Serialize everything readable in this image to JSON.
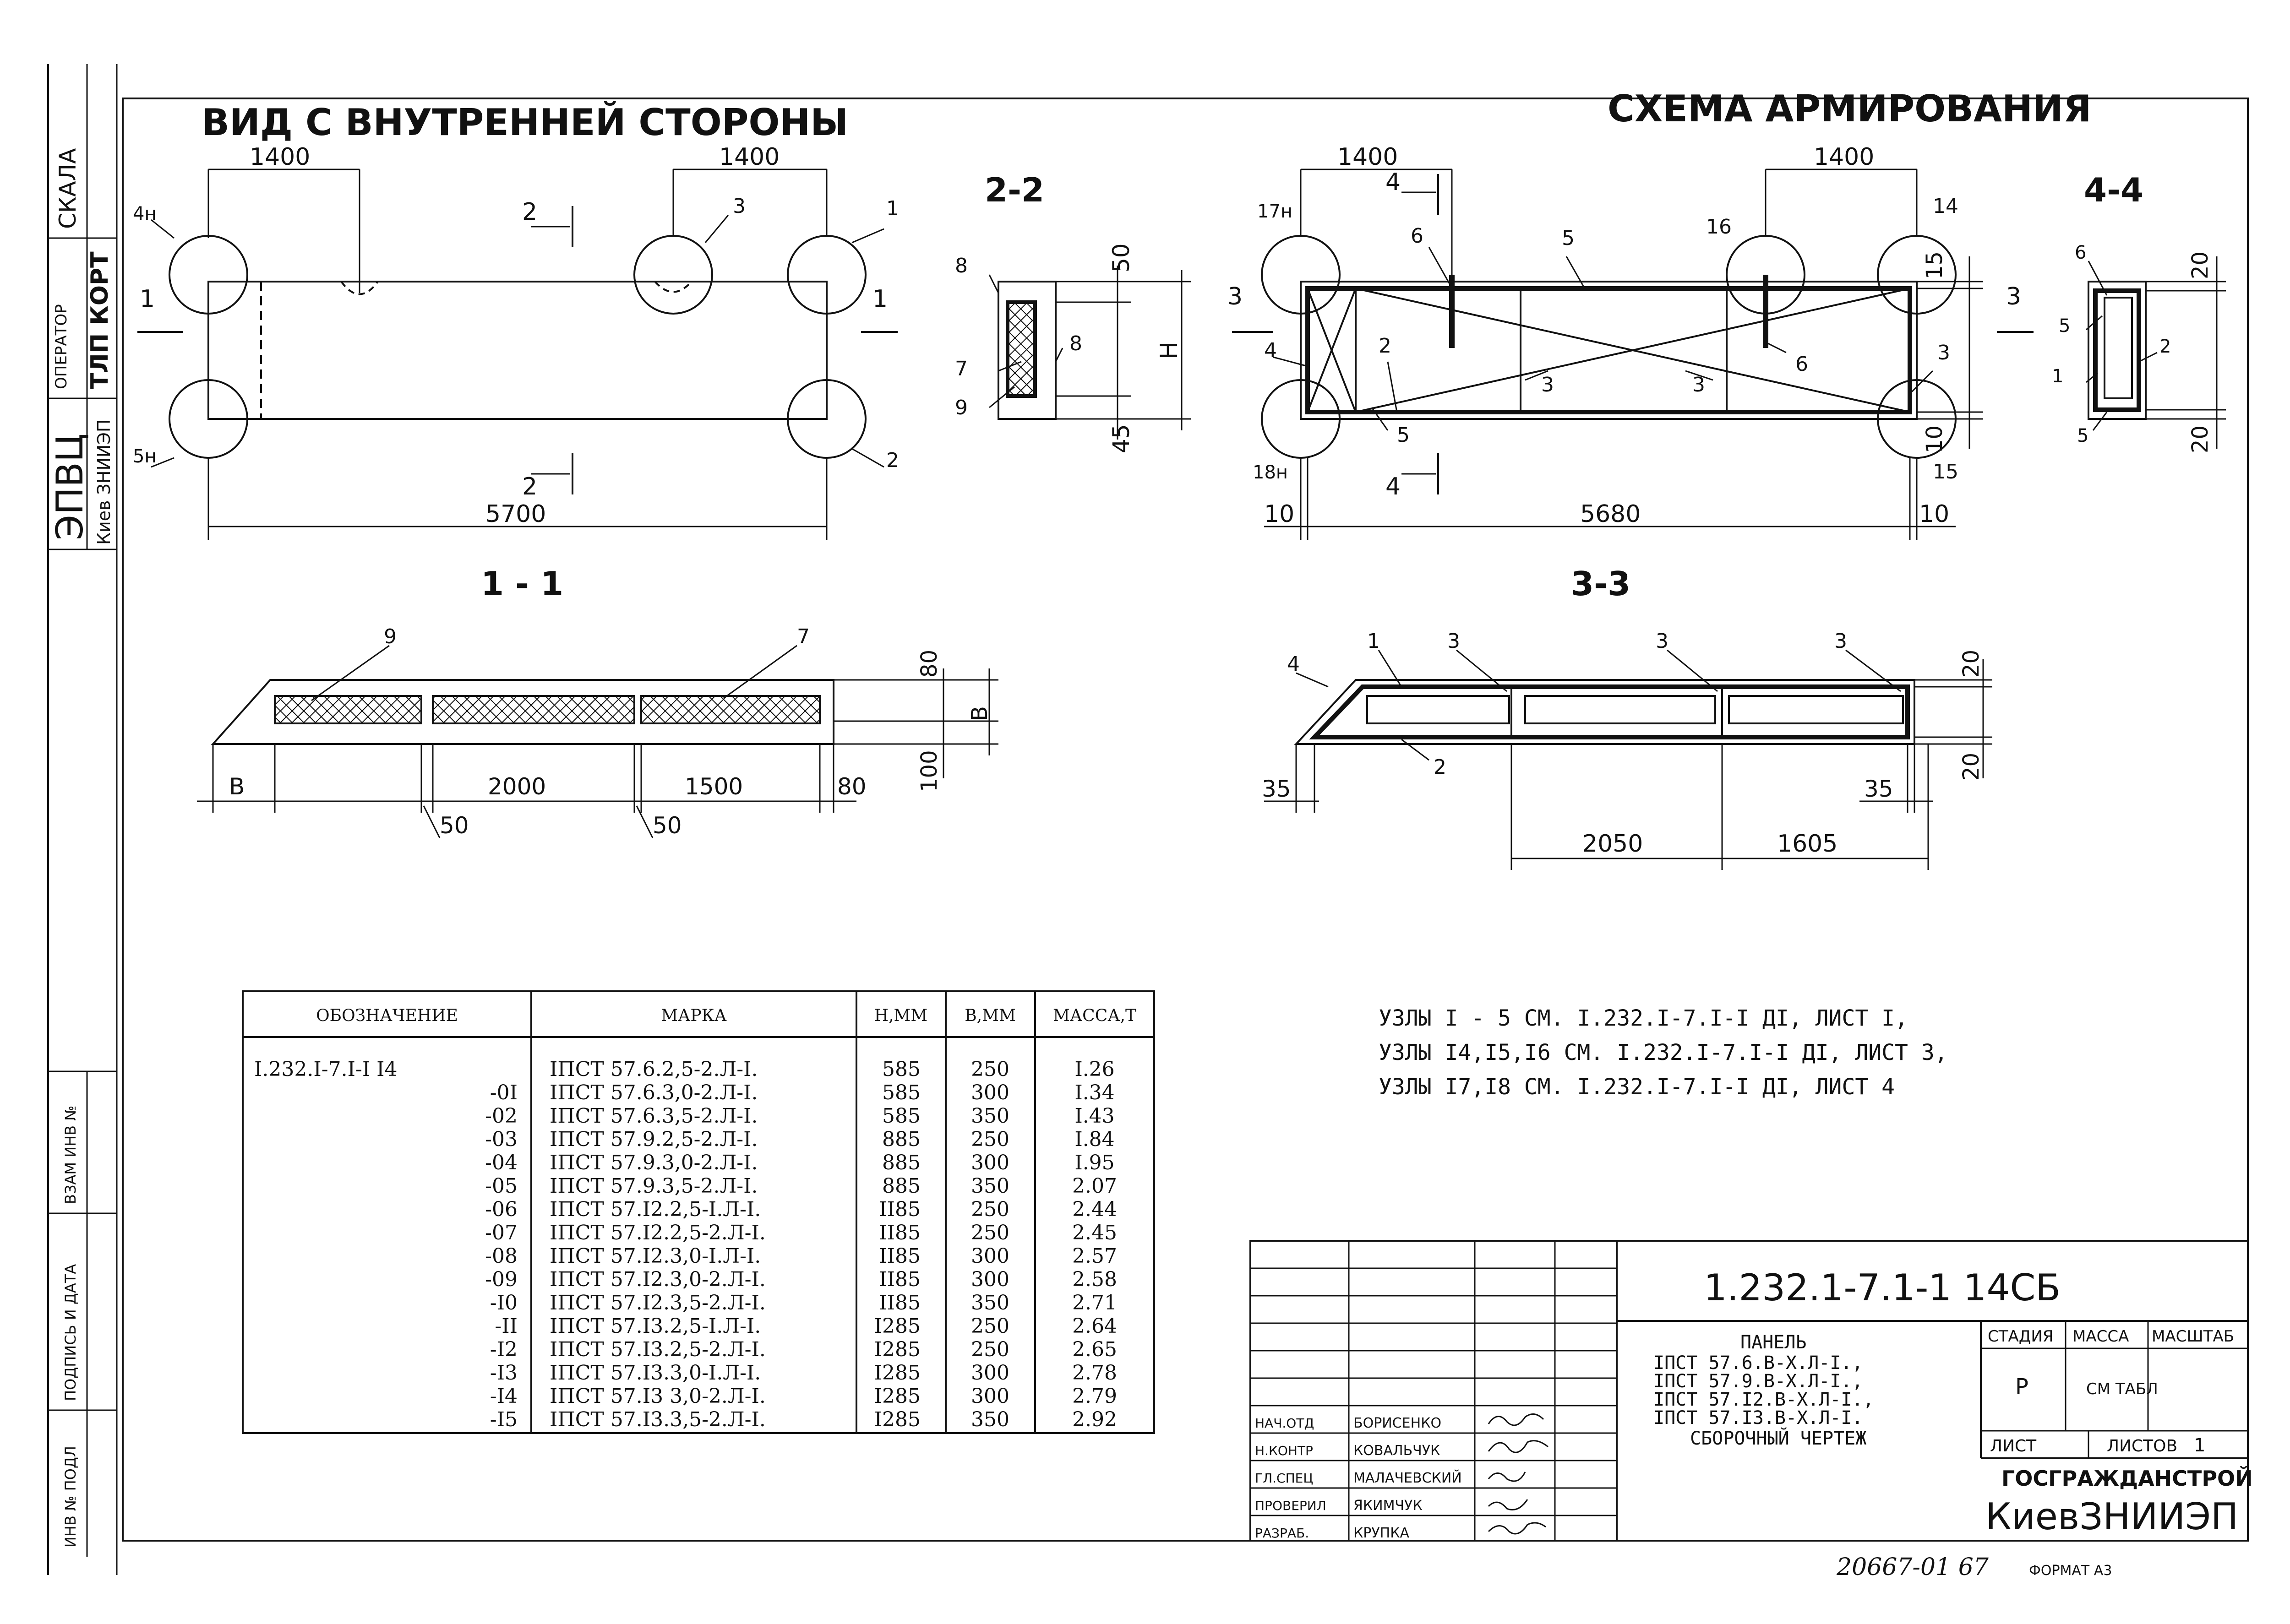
{
  "titles": {
    "view": "ВИД С ВНУТРЕННЕЙ СТОРОНЫ",
    "scheme": "СХЕМА АРМИРОВАНИЯ",
    "sec11": "1 - 1",
    "sec22": "2-2",
    "sec33": "3-3",
    "sec44": "4-4"
  },
  "view": {
    "dims": {
      "left": "1400",
      "right": "1400",
      "total": "5700"
    },
    "callouts": [
      "4н",
      "5н",
      "1",
      "2",
      "3"
    ],
    "cuts": {
      "a": "2",
      "b": "2",
      "c": "1",
      "d": "1"
    }
  },
  "sec22": {
    "labels": [
      "8",
      "7",
      "9",
      "8"
    ],
    "dims": {
      "top": "50",
      "h": "H",
      "bottom": "45"
    }
  },
  "sec11": {
    "labels": {
      "a": "9",
      "b": "7"
    },
    "dims": {
      "b": "В",
      "d2000": "2000",
      "d1500": "1500",
      "d80": "80",
      "d50a": "50",
      "d50b": "50",
      "v80": "80",
      "vB": "В",
      "v100": "100"
    }
  },
  "scheme": {
    "dims": {
      "left": "1400",
      "right": "1400",
      "total": "5680",
      "e1": "10",
      "e2": "10",
      "v15": "15",
      "v10": "10"
    },
    "callouts": {
      "c17": "17н",
      "c18": "18н",
      "c6a": "6",
      "c6b": "6",
      "c5": "5",
      "c5b": "5",
      "c2": "2",
      "c3a": "3",
      "c3b": "3",
      "c3c": "3",
      "c4": "4",
      "c16": "16",
      "c14": "14",
      "c15": "15"
    },
    "cuts": {
      "a": "4",
      "b": "4",
      "c": "3",
      "d": "3"
    }
  },
  "sec44": {
    "labels": {
      "a": "6",
      "b": "5",
      "c": "1",
      "d": "2",
      "e": "5"
    },
    "dims": {
      "top": "20",
      "bottom": "20"
    }
  },
  "sec33": {
    "labels": {
      "a": "4",
      "b": "1",
      "c": "3",
      "d": "3",
      "e": "3",
      "f": "2"
    },
    "dims": {
      "l35": "35",
      "r35": "35",
      "d2050": "2050",
      "d1605": "1605",
      "v20a": "20",
      "v20b": "20"
    }
  },
  "spec": {
    "headers": [
      "ОБОЗНАЧЕНИЕ",
      "МАРКА",
      "Н,ММ",
      "В,ММ",
      "МАССА,Т"
    ],
    "rows": [
      [
        "I.232.I-7.I-I I4",
        "IПСТ 57.6.2,5-2.Л-I.",
        "585",
        "250",
        "I.26"
      ],
      [
        "-0I",
        "IПСТ 57.6.3,0-2.Л-I.",
        "585",
        "300",
        "I.34"
      ],
      [
        "-02",
        "IПСТ 57.6.3,5-2.Л-I.",
        "585",
        "350",
        "I.43"
      ],
      [
        "-03",
        "IПСТ 57.9.2,5-2.Л-I.",
        "885",
        "250",
        "I.84"
      ],
      [
        "-04",
        "IПСТ 57.9.3,0-2.Л-I.",
        "885",
        "300",
        "I.95"
      ],
      [
        "-05",
        "IПСТ 57.9.3,5-2.Л-I.",
        "885",
        "350",
        "2.07"
      ],
      [
        "-06",
        "IПСТ 57.I2.2,5-I.Л-I.",
        "II85",
        "250",
        "2.44"
      ],
      [
        "-07",
        "IПСТ 57.I2.2,5-2.Л-I.",
        "II85",
        "250",
        "2.45"
      ],
      [
        "-08",
        "IПСТ 57.I2.3,0-I.Л-I.",
        "II85",
        "300",
        "2.57"
      ],
      [
        "-09",
        "IПСТ 57.I2.3,0-2.Л-I.",
        "II85",
        "300",
        "2.58"
      ],
      [
        "-I0",
        "IПСТ 57.I2.3,5-2.Л-I.",
        "II85",
        "350",
        "2.71"
      ],
      [
        "-II",
        "IПСТ 57.I3.2,5-I.Л-I.",
        "I285",
        "250",
        "2.64"
      ],
      [
        "-I2",
        "IПСТ 57.I3.2,5-2.Л-I.",
        "I285",
        "250",
        "2.65"
      ],
      [
        "-I3",
        "IПСТ 57.I3.3,0-I.Л-I.",
        "I285",
        "300",
        "2.78"
      ],
      [
        "-I4",
        "IПСТ 57.I3 3,0-2.Л-I.",
        "I285",
        "300",
        "2.79"
      ],
      [
        "-I5",
        "IПСТ 57.I3.3,5-2.Л-I.",
        "I285",
        "350",
        "2.92"
      ]
    ]
  },
  "notes": [
    "УЗЛЫ  I - 5  СМ. I.232.I-7.I-I ДI, ЛИСТ I,",
    "УЗЛЫ  I4,I5,I6  СМ. I.232.I-7.I-I ДI, ЛИСТ 3,",
    "УЗЛЫ  I7,I8  СМ. I.232.I-7.I-I ДI, ЛИСТ 4"
  ],
  "stamp": {
    "code": "1.232.1-7.1-1 14СБ",
    "title_lines": [
      "ПАНЕЛЬ",
      "IПСТ 57.6.В-Х.Л-I.,",
      "IПСТ 57.9.В-Х.Л-I.,",
      "IПСТ 57.I2.В-Х.Л-I.,",
      "IПСТ 57.I3.В-Х.Л-I.",
      "СБОРОЧНЫЙ ЧЕРТЕЖ"
    ],
    "stage_h": "СТАДИЯ",
    "mass_h": "МАССА",
    "scale_h": "МАСШТАБ",
    "stage": "Р",
    "mass": "СМ ТАБЛ",
    "sheet": "ЛИСТ",
    "sheets": "ЛИСТОВ",
    "sheets_n": "1",
    "org1": "ГОСГРАЖДАНСТРОЙ",
    "org2": "КиевЗНИИЭП",
    "roles": [
      "НАЧ.ОТД",
      "Н.КОНТР",
      "ГЛ.СПЕЦ",
      "ПРОВЕРИЛ",
      "РАЗРАБ."
    ],
    "names": [
      "БОРИСЕНКО",
      "КОВАЛЬЧУК",
      "МАЛАЧЕВСКИЙ",
      "ЯКИМЧУК",
      "КРУПКА"
    ]
  },
  "left_strip": {
    "scala": "СКАЛА",
    "operator": "ОПЕРАТОР",
    "tlp": "ТЛП КОРТ",
    "epvts": "ЭПВЦ",
    "kiev": "Киев ЗНИИЭП",
    "vzam": "ВЗАМ ИНВ №",
    "podpis": "ПОДПИСЬ И ДАТА",
    "inv": "ИНВ № ПОДЛ"
  },
  "footer": {
    "number": "20667-01  67",
    "format": "ФОРМАТ А3"
  }
}
